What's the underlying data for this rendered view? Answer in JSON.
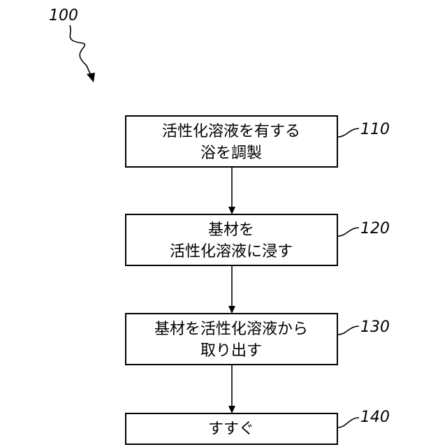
{
  "figure": {
    "label": "100",
    "steps": [
      {
        "ref": "110",
        "lines": [
          "活性化溶液を有する",
          "浴を調製"
        ]
      },
      {
        "ref": "120",
        "lines": [
          "基材を",
          "活性化溶液に浸す"
        ]
      },
      {
        "ref": "130",
        "lines": [
          "基材を活性化溶液から",
          "取り出す"
        ]
      },
      {
        "ref": "140",
        "lines": [
          "すすぐ"
        ]
      }
    ]
  }
}
